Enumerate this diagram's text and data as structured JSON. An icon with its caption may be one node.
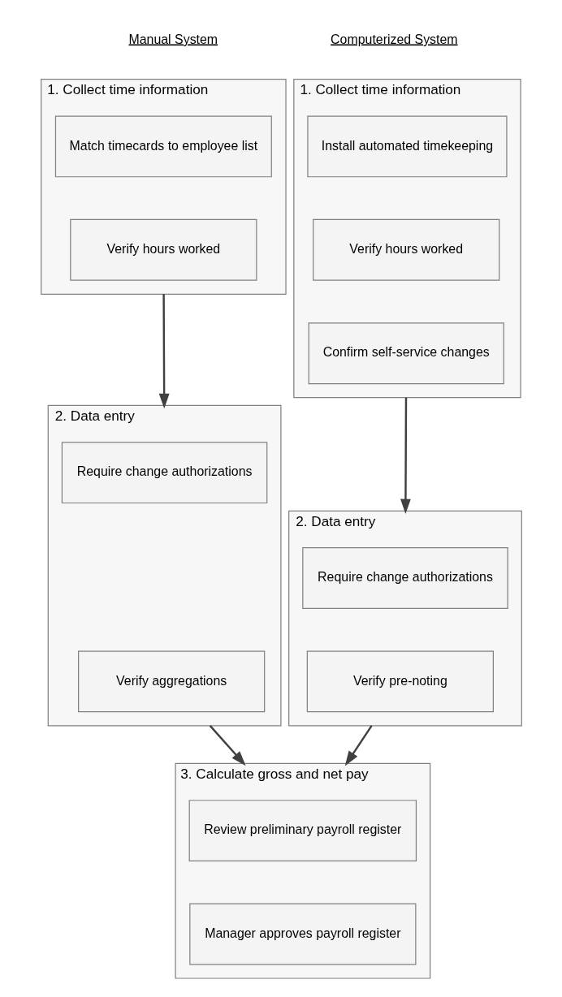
{
  "diagram": {
    "nodes": [
      {
        "text": [
          "1. Collect time information"
        ]
      },
      {
        "text": [
          "Match timecards to employee list"
        ],
        "in": 0
      },
      {
        "text": [
          "Verify hours worked"
        ],
        "in": 0
      },
      {
        "text": [
          "1. Collect time information"
        ]
      },
      {
        "text": [
          "Install automated timekeeping"
        ],
        "in": 3
      },
      {
        "text": [
          "Verify hours worked"
        ],
        "in": 3
      },
      {
        "text": [
          "Confirm self-service changes"
        ],
        "in": 3
      },
      {
        "text": [
          "2. Data entry"
        ]
      },
      {
        "text": [
          "Require change authorizations"
        ],
        "in": 7
      },
      {
        "text": [
          "Verify aggregations"
        ],
        "in": 7
      },
      {
        "text": [
          "2. Data entry"
        ]
      },
      {
        "text": [
          "Require change authorizations"
        ],
        "in": 10
      },
      {
        "text": [
          "Verify pre-noting"
        ],
        "in": 10
      },
      {
        "text": [
          "3. Calculate gross and net pay"
        ]
      },
      {
        "text": [
          "Review preliminary payroll register"
        ],
        "in": 13
      },
      {
        "text": [
          "Manager approves payroll register"
        ],
        "in": 13
      }
    ],
    "edges": [
      {
        "from": 0,
        "to": 7,
        "arrow": "to"
      },
      {
        "from": 3,
        "to": 10,
        "arrow": "to"
      },
      {
        "from": 7,
        "to": 13,
        "arrow": "to"
      },
      {
        "from": 10,
        "to": 13,
        "arrow": "to"
      }
    ],
    "labels": [
      "Manual System",
      "Computerized System"
    ]
  }
}
